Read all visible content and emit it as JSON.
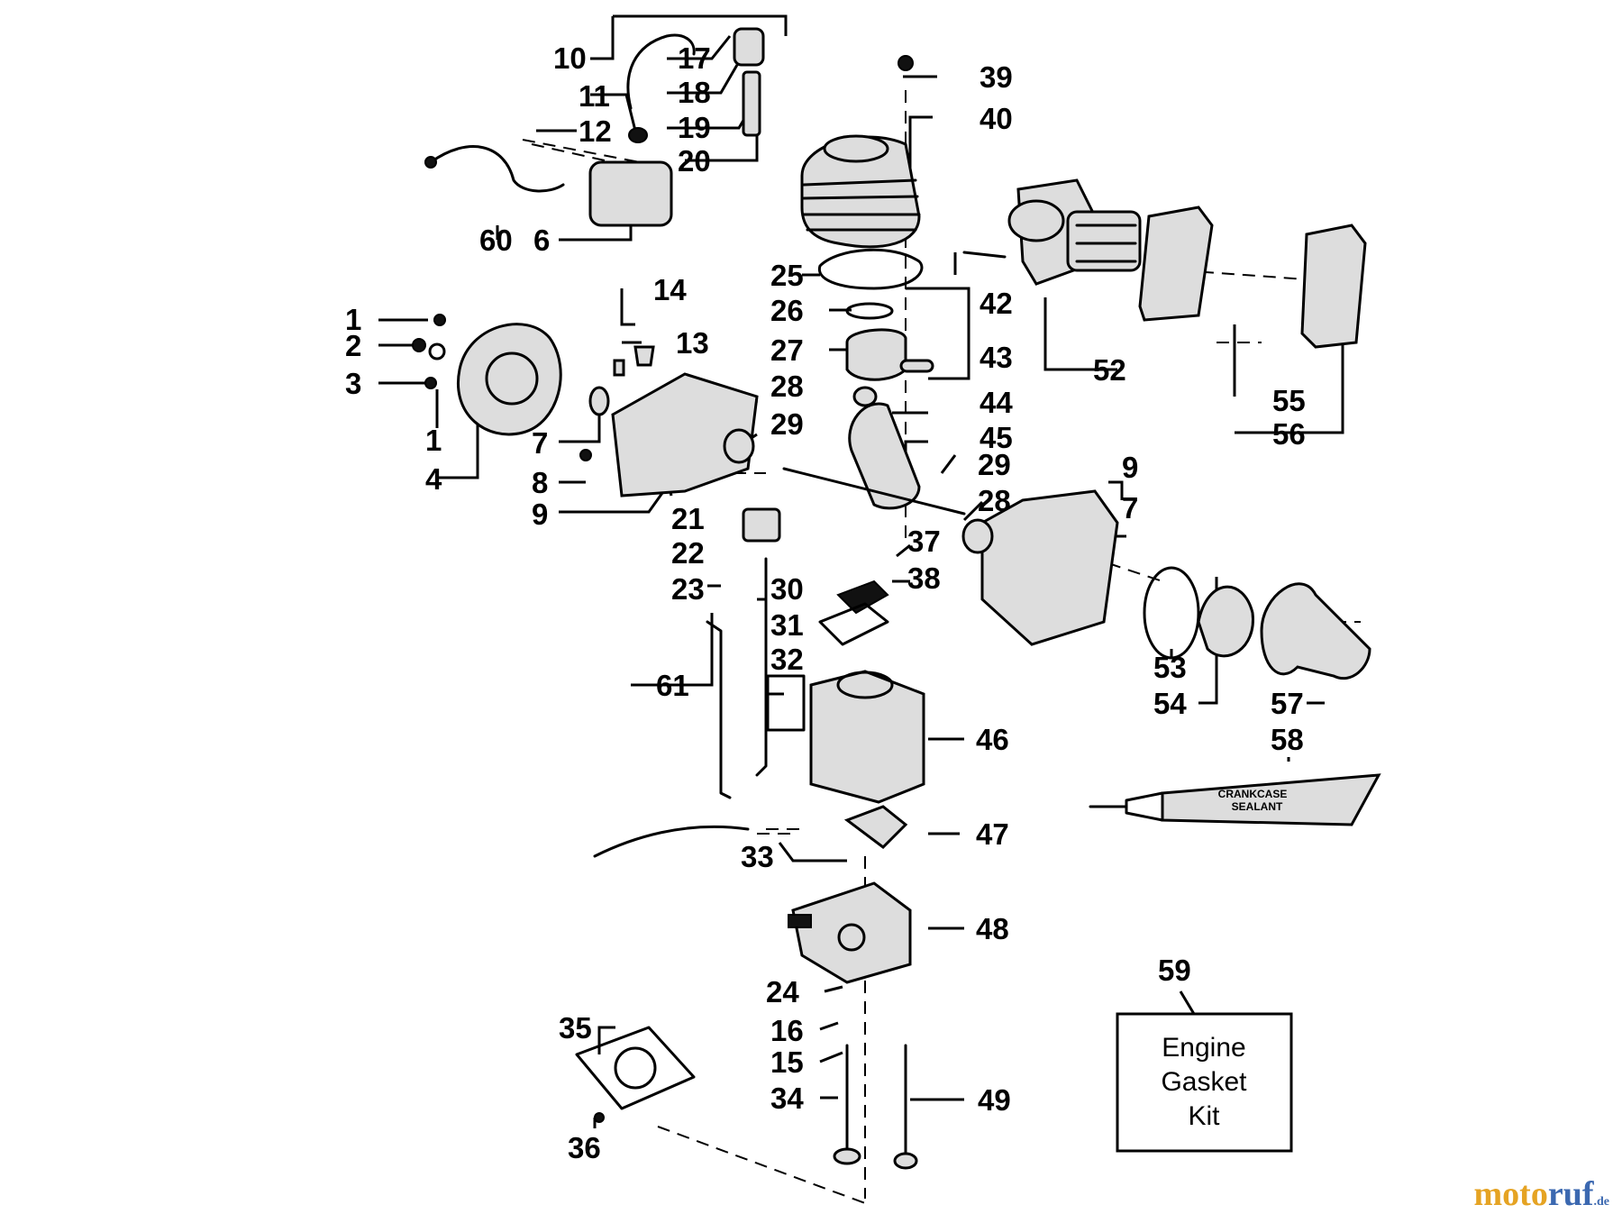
{
  "diagram": {
    "callouts": [
      {
        "id": "c10",
        "text": "10"
      },
      {
        "id": "c17",
        "text": "17"
      },
      {
        "id": "c11",
        "text": "11"
      },
      {
        "id": "c18",
        "text": "18"
      },
      {
        "id": "c12",
        "text": "12"
      },
      {
        "id": "c19",
        "text": "19"
      },
      {
        "id": "c20",
        "text": "20"
      },
      {
        "id": "c60",
        "text": "60"
      },
      {
        "id": "c6",
        "text": "6"
      },
      {
        "id": "c39",
        "text": "39"
      },
      {
        "id": "c40",
        "text": "40"
      },
      {
        "id": "c25",
        "text": "25"
      },
      {
        "id": "c42",
        "text": "42"
      },
      {
        "id": "c26",
        "text": "26"
      },
      {
        "id": "c27",
        "text": "27"
      },
      {
        "id": "c43",
        "text": "43"
      },
      {
        "id": "c52",
        "text": "52"
      },
      {
        "id": "c55",
        "text": "55"
      },
      {
        "id": "c56",
        "text": "56"
      },
      {
        "id": "c44",
        "text": "44"
      },
      {
        "id": "c45",
        "text": "45"
      },
      {
        "id": "c14",
        "text": "14"
      },
      {
        "id": "c13",
        "text": "13"
      },
      {
        "id": "c28a",
        "text": "28"
      },
      {
        "id": "c29a",
        "text": "29"
      },
      {
        "id": "c1a",
        "text": "1"
      },
      {
        "id": "c2",
        "text": "2"
      },
      {
        "id": "c3",
        "text": "3"
      },
      {
        "id": "c1b",
        "text": "1"
      },
      {
        "id": "c4",
        "text": "4"
      },
      {
        "id": "c7a",
        "text": "7"
      },
      {
        "id": "c8",
        "text": "8"
      },
      {
        "id": "c9a",
        "text": "9"
      },
      {
        "id": "c21",
        "text": "21"
      },
      {
        "id": "c22",
        "text": "22"
      },
      {
        "id": "c29b",
        "text": "29"
      },
      {
        "id": "c28b",
        "text": "28"
      },
      {
        "id": "c9b",
        "text": "9"
      },
      {
        "id": "c7b",
        "text": "7"
      },
      {
        "id": "c37",
        "text": "37"
      },
      {
        "id": "c38",
        "text": "38"
      },
      {
        "id": "c23",
        "text": "23"
      },
      {
        "id": "c30",
        "text": "30"
      },
      {
        "id": "c31",
        "text": "31"
      },
      {
        "id": "c32",
        "text": "32"
      },
      {
        "id": "c61",
        "text": "61"
      },
      {
        "id": "c46",
        "text": "46"
      },
      {
        "id": "c53",
        "text": "53"
      },
      {
        "id": "c54",
        "text": "54"
      },
      {
        "id": "c57",
        "text": "57"
      },
      {
        "id": "c58",
        "text": "58"
      },
      {
        "id": "c47",
        "text": "47"
      },
      {
        "id": "c33",
        "text": "33"
      },
      {
        "id": "c48",
        "text": "48"
      },
      {
        "id": "c59",
        "text": "59"
      },
      {
        "id": "c24",
        "text": "24"
      },
      {
        "id": "c16",
        "text": "16"
      },
      {
        "id": "c15",
        "text": "15"
      },
      {
        "id": "c35",
        "text": "35"
      },
      {
        "id": "c34",
        "text": "34"
      },
      {
        "id": "c49",
        "text": "49"
      },
      {
        "id": "c36",
        "text": "36"
      }
    ],
    "gasket_kit_box": {
      "line1": "Engine",
      "line2": "Gasket",
      "line3": "Kit"
    },
    "sealant_tube": {
      "line1": "CRANKCASE",
      "line2": "SEALANT"
    }
  },
  "watermark": {
    "part1": "moto",
    "part2": "ruf",
    "part3": ".de"
  }
}
